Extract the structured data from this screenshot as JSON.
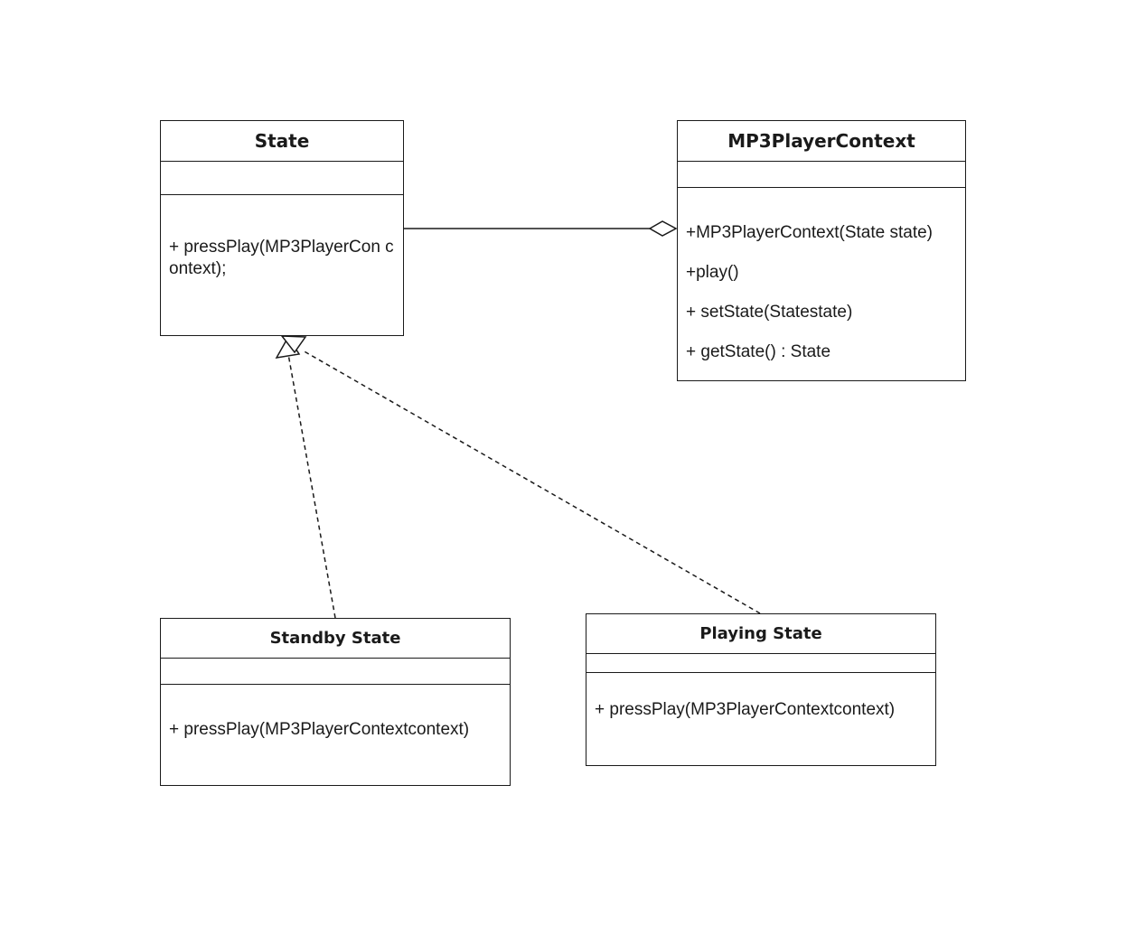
{
  "classes": {
    "state": {
      "name": "State",
      "methods": [
        "+ pressPlay(MP3PlayerCon context);"
      ]
    },
    "context": {
      "name": "MP3PlayerContext",
      "methods": [
        "+MP3PlayerContext(State state)",
        "+play()",
        "+ setState(Statestate)",
        "+ getState() : State"
      ]
    },
    "standby": {
      "name": "Standby State",
      "methods": [
        "+ pressPlay(MP3PlayerContextcontext)"
      ]
    },
    "playing": {
      "name": "Playing State",
      "methods": [
        "+ pressPlay(MP3PlayerContextcontext)"
      ]
    }
  },
  "relationships": [
    {
      "type": "aggregation",
      "from": "state",
      "to": "context"
    },
    {
      "type": "realization",
      "from": "standby",
      "to": "state"
    },
    {
      "type": "realization",
      "from": "playing",
      "to": "state"
    }
  ],
  "colors": {
    "line": "#1a1a1a",
    "background": "#ffffff"
  }
}
